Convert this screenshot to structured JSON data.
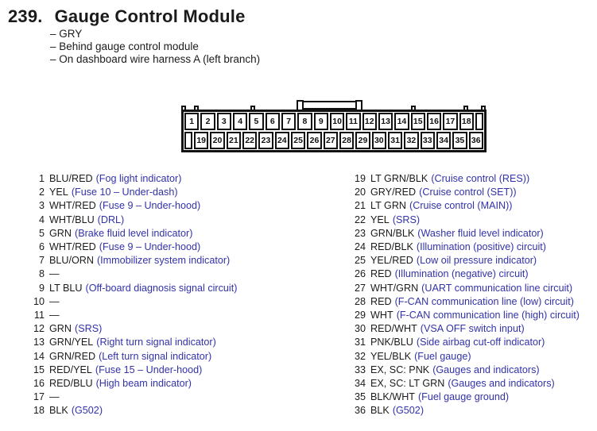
{
  "header": {
    "number": "239.",
    "title": "Gauge Control Module"
  },
  "notes": [
    "– GRY",
    "– Behind gauge control module",
    "– On dashboard wire harness A (left branch)"
  ],
  "connector": {
    "top_pins": [
      1,
      2,
      3,
      4,
      5,
      6,
      7,
      8,
      9,
      10,
      11,
      12,
      13,
      14,
      15,
      16,
      17,
      18
    ],
    "bottom_pins": [
      19,
      20,
      21,
      22,
      23,
      24,
      25,
      26,
      27,
      28,
      29,
      30,
      31,
      32,
      33,
      34,
      35,
      36
    ]
  },
  "pins_left": [
    {
      "num": "1",
      "wire": "BLU/RED",
      "desc": "Fog light indicator"
    },
    {
      "num": "2",
      "wire": "YEL",
      "desc": "Fuse 10 – Under-dash"
    },
    {
      "num": "3",
      "wire": "WHT/RED",
      "desc": "Fuse 9 – Under-hood"
    },
    {
      "num": "4",
      "wire": "WHT/BLU",
      "desc": "DRL"
    },
    {
      "num": "5",
      "wire": "GRN",
      "desc": "Brake fluid level indicator"
    },
    {
      "num": "6",
      "wire": "WHT/RED",
      "desc": "Fuse 9 – Under-hood"
    },
    {
      "num": "7",
      "wire": "BLU/ORN",
      "desc": "Immobilizer system indicator"
    },
    {
      "num": "8",
      "wire": "—",
      "desc": null
    },
    {
      "num": "9",
      "wire": "LT BLU",
      "desc": "Off-board diagnosis signal circuit"
    },
    {
      "num": "10",
      "wire": "—",
      "desc": null
    },
    {
      "num": "11",
      "wire": "—",
      "desc": null
    },
    {
      "num": "12",
      "wire": "GRN",
      "desc": "SRS"
    },
    {
      "num": "13",
      "wire": "GRN/YEL",
      "desc": "Right turn signal indicator"
    },
    {
      "num": "14",
      "wire": "GRN/RED",
      "desc": "Left turn signal indicator"
    },
    {
      "num": "15",
      "wire": "RED/YEL",
      "desc": "Fuse 15 – Under-hood"
    },
    {
      "num": "16",
      "wire": "RED/BLU",
      "desc": "High beam indicator"
    },
    {
      "num": "17",
      "wire": "—",
      "desc": null
    },
    {
      "num": "18",
      "wire": "BLK",
      "desc": "G502"
    }
  ],
  "pins_right": [
    {
      "num": "19",
      "wire": "LT GRN/BLK",
      "desc": "Cruise control (RES)"
    },
    {
      "num": "20",
      "wire": "GRY/RED",
      "desc": "Cruise control (SET)"
    },
    {
      "num": "21",
      "wire": "LT GRN",
      "desc": "Cruise control (MAIN)"
    },
    {
      "num": "22",
      "wire": "YEL",
      "desc": "SRS"
    },
    {
      "num": "23",
      "wire": "GRN/BLK",
      "desc": "Washer fluid level indicator"
    },
    {
      "num": "24",
      "wire": "RED/BLK",
      "desc": "Illumination (positive) circuit"
    },
    {
      "num": "25",
      "wire": "YEL/RED",
      "desc": "Low oil pressure indicator"
    },
    {
      "num": "26",
      "wire": "RED",
      "desc": "Illumination (negative) circuit"
    },
    {
      "num": "27",
      "wire": "WHT/GRN",
      "desc": "UART communication line circuit"
    },
    {
      "num": "28",
      "wire": "RED",
      "desc": "F-CAN communication line (low) circuit"
    },
    {
      "num": "29",
      "wire": "WHT",
      "desc": "F-CAN communication line (high) circuit"
    },
    {
      "num": "30",
      "wire": "RED/WHT",
      "desc": "VSA OFF switch input"
    },
    {
      "num": "31",
      "wire": "PNK/BLU",
      "desc": "Side airbag cut-off indicator"
    },
    {
      "num": "32",
      "wire": "YEL/BLK",
      "desc": "Fuel gauge"
    },
    {
      "num": "33",
      "wire": "EX, SC: PNK",
      "desc": "Gauges and indicators"
    },
    {
      "num": "34",
      "wire": "EX, SC: LT GRN",
      "desc": "Gauges and indicators"
    },
    {
      "num": "35",
      "wire": "BLK/WHT",
      "desc": "Fuel gauge ground"
    },
    {
      "num": "36",
      "wire": "BLK",
      "desc": "G502"
    }
  ],
  "colors": {
    "link_blue": "#3232aa",
    "text_black": "#1b1b1b",
    "line_black": "#111111"
  }
}
